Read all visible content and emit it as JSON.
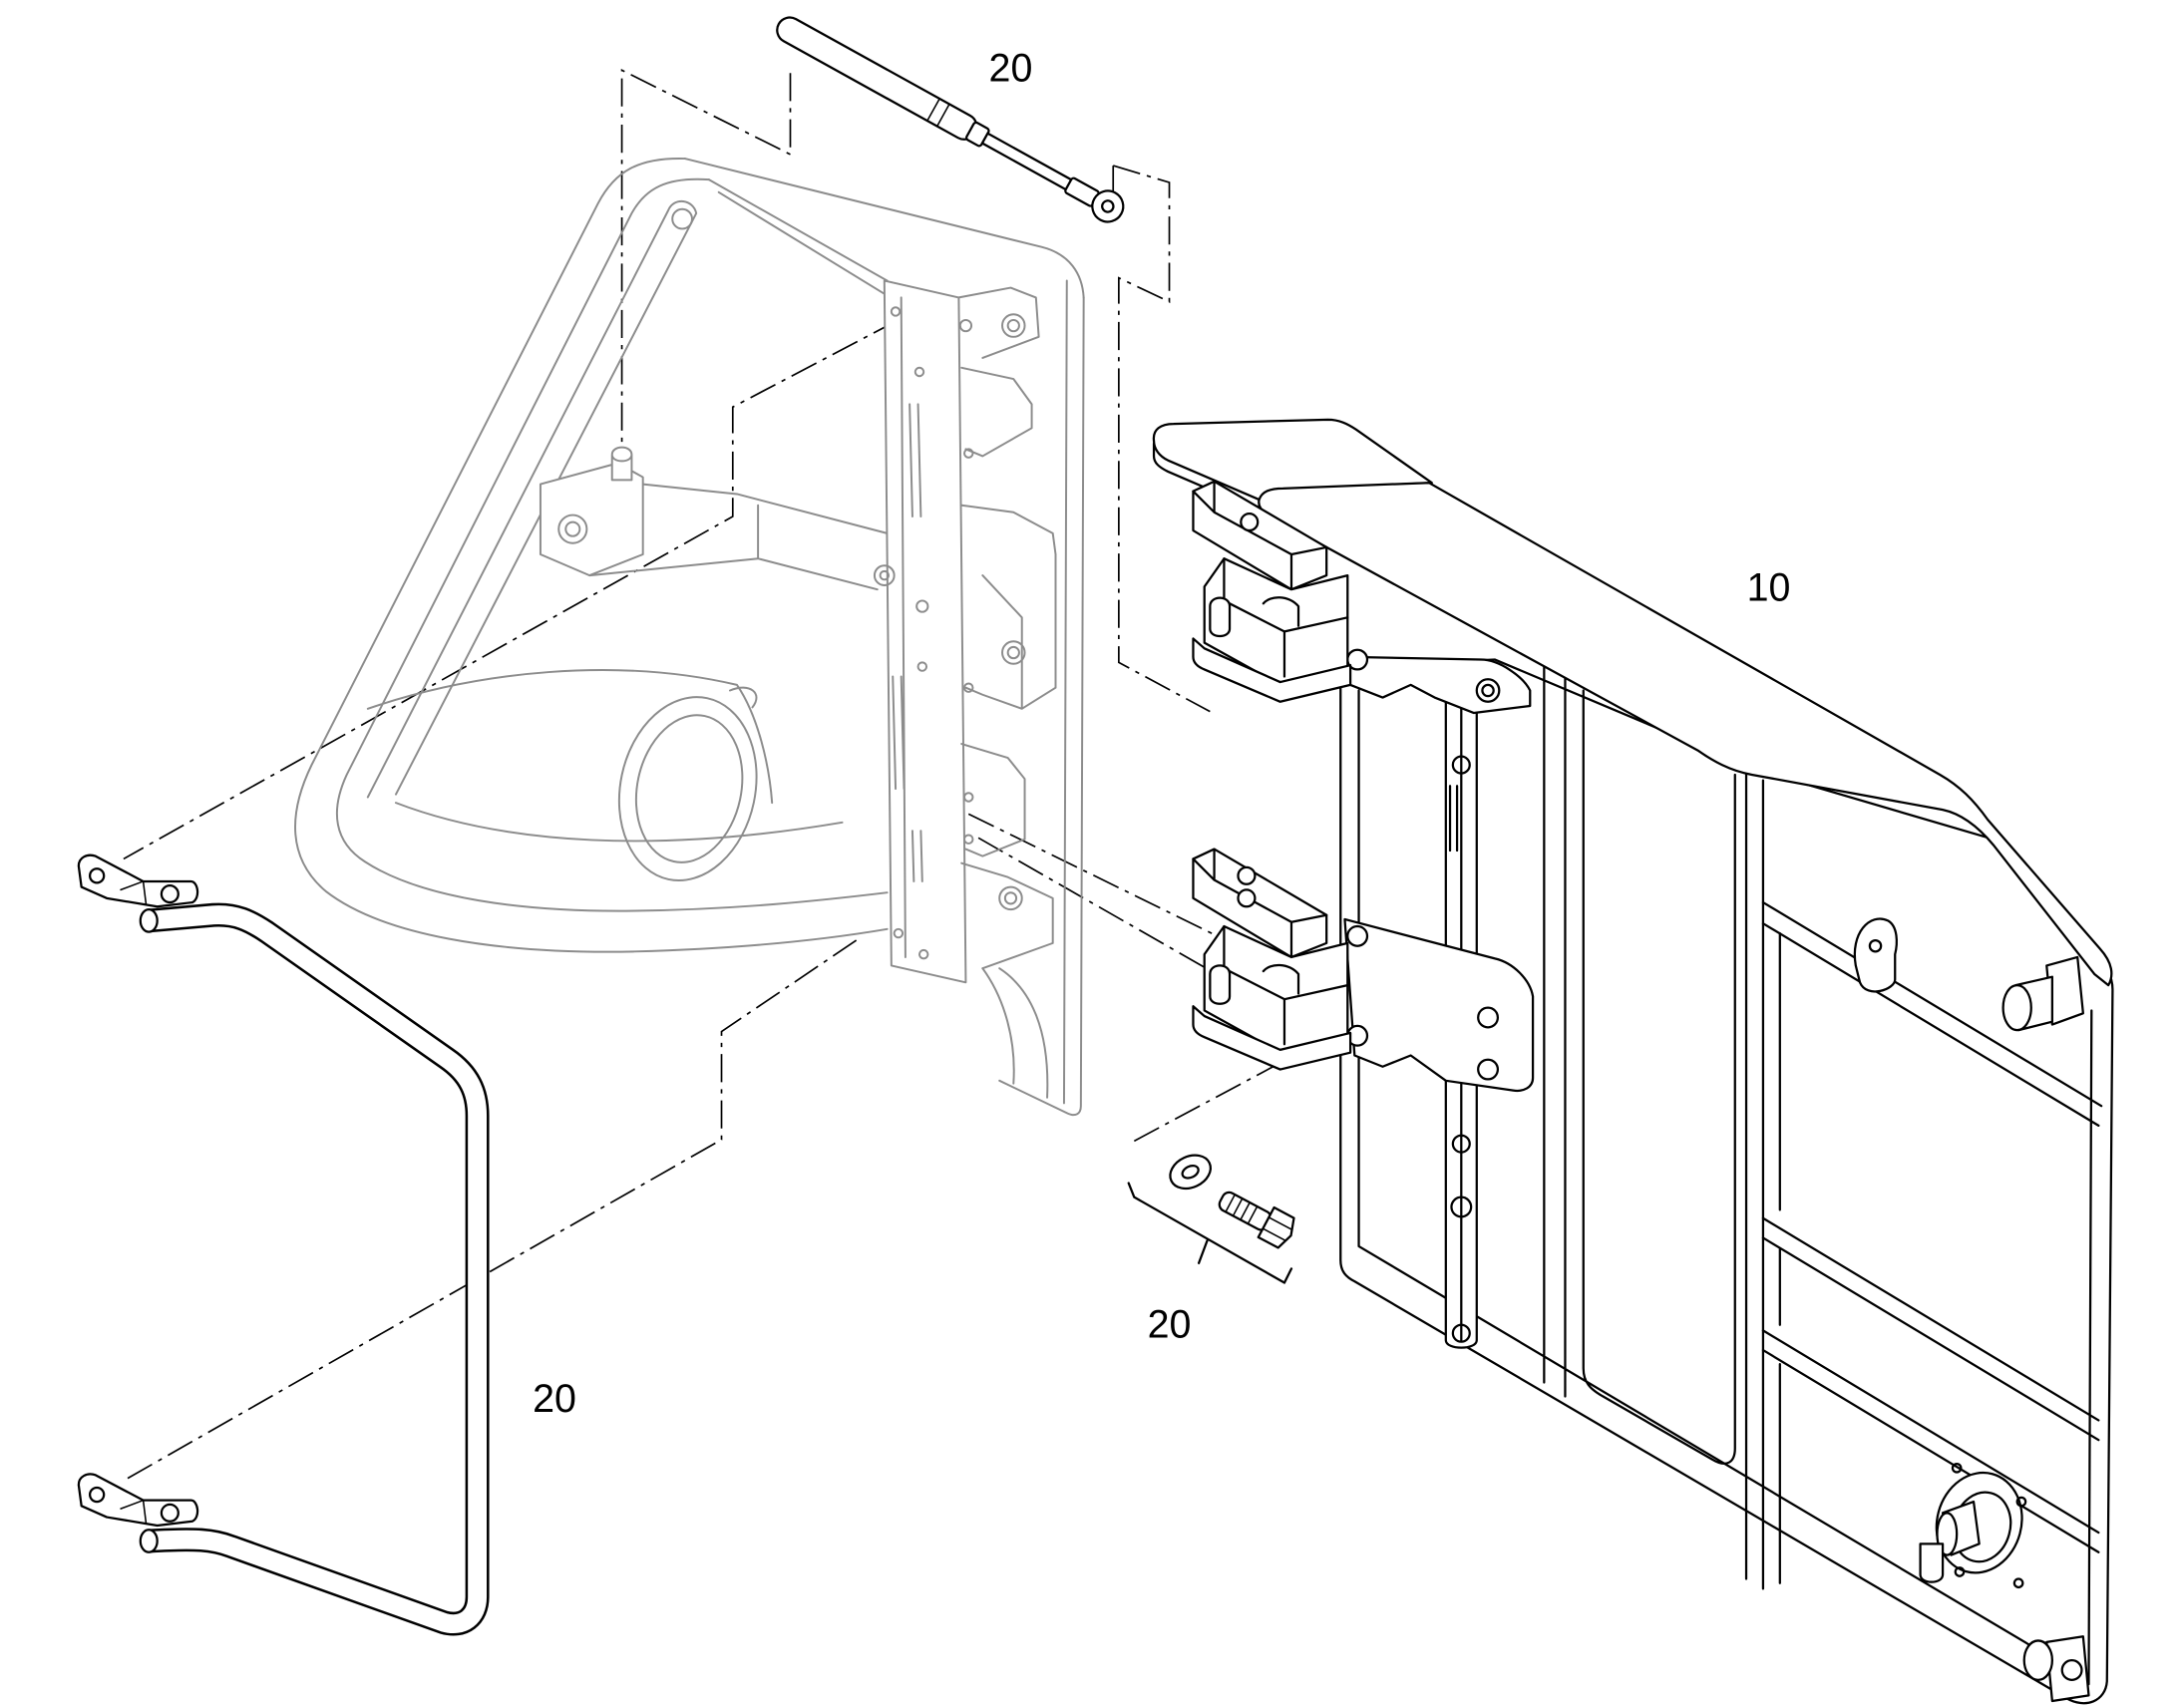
{
  "callouts": {
    "strut": "20",
    "panel": "10",
    "fasteners": "20",
    "frame": "20"
  }
}
